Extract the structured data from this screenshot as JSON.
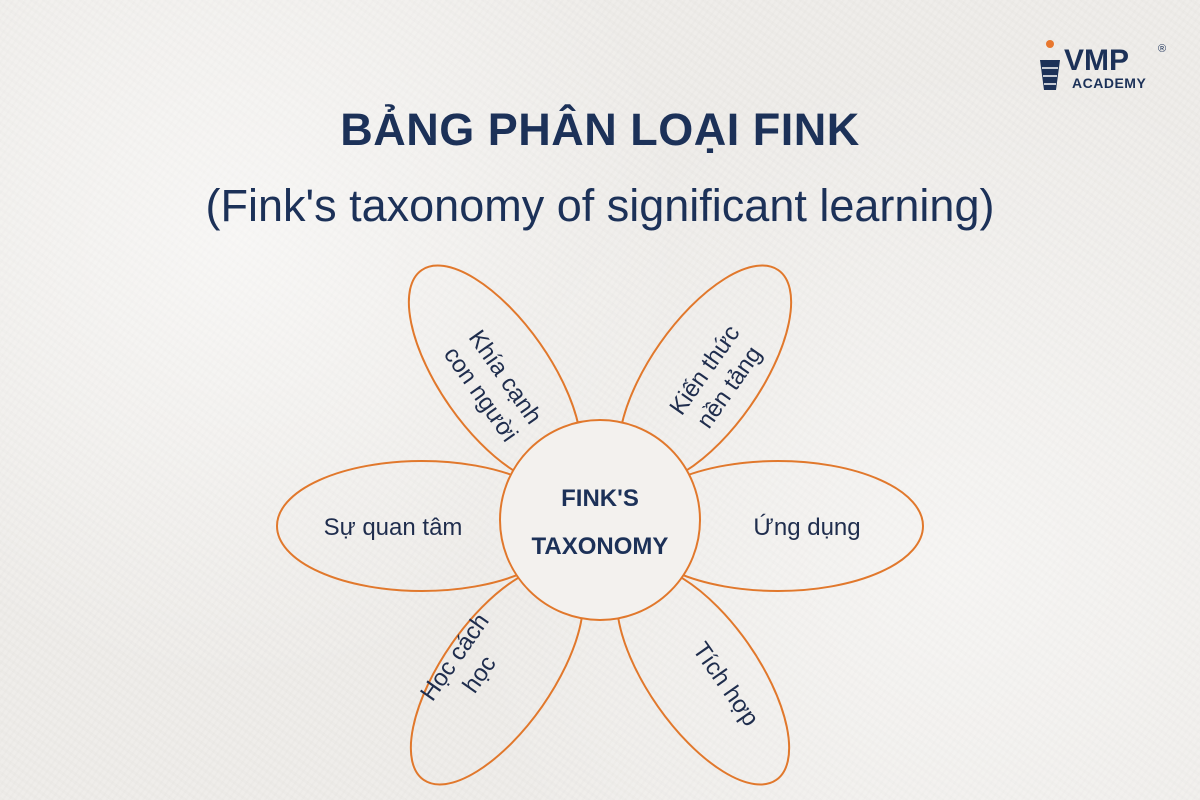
{
  "header": {
    "title": "BẢNG PHÂN LOẠI FINK",
    "subtitle": "(Fink's taxonomy of significant learning)"
  },
  "logo": {
    "brand": "VMP",
    "sub": "ACADEMY",
    "registered": "®"
  },
  "diagram": {
    "center": {
      "line1": "FINK'S",
      "line2": "TAXONOMY"
    },
    "petals": {
      "human": {
        "line1": "Khía cạnh",
        "line2": "con người"
      },
      "foundational": {
        "line1": "Kiến thức",
        "line2": "nền tảng"
      },
      "application": {
        "line1": "Ứng dụng"
      },
      "integration": {
        "line1": "Tích hợp"
      },
      "learning": {
        "line1": "Học cách",
        "line2": "học"
      },
      "caring": {
        "line1": "Sự quan tâm"
      }
    }
  },
  "colors": {
    "title": "#1c3158",
    "petal_stroke": "#e1782c",
    "logo_orange": "#e8772e",
    "logo_navy": "#1c3158"
  }
}
